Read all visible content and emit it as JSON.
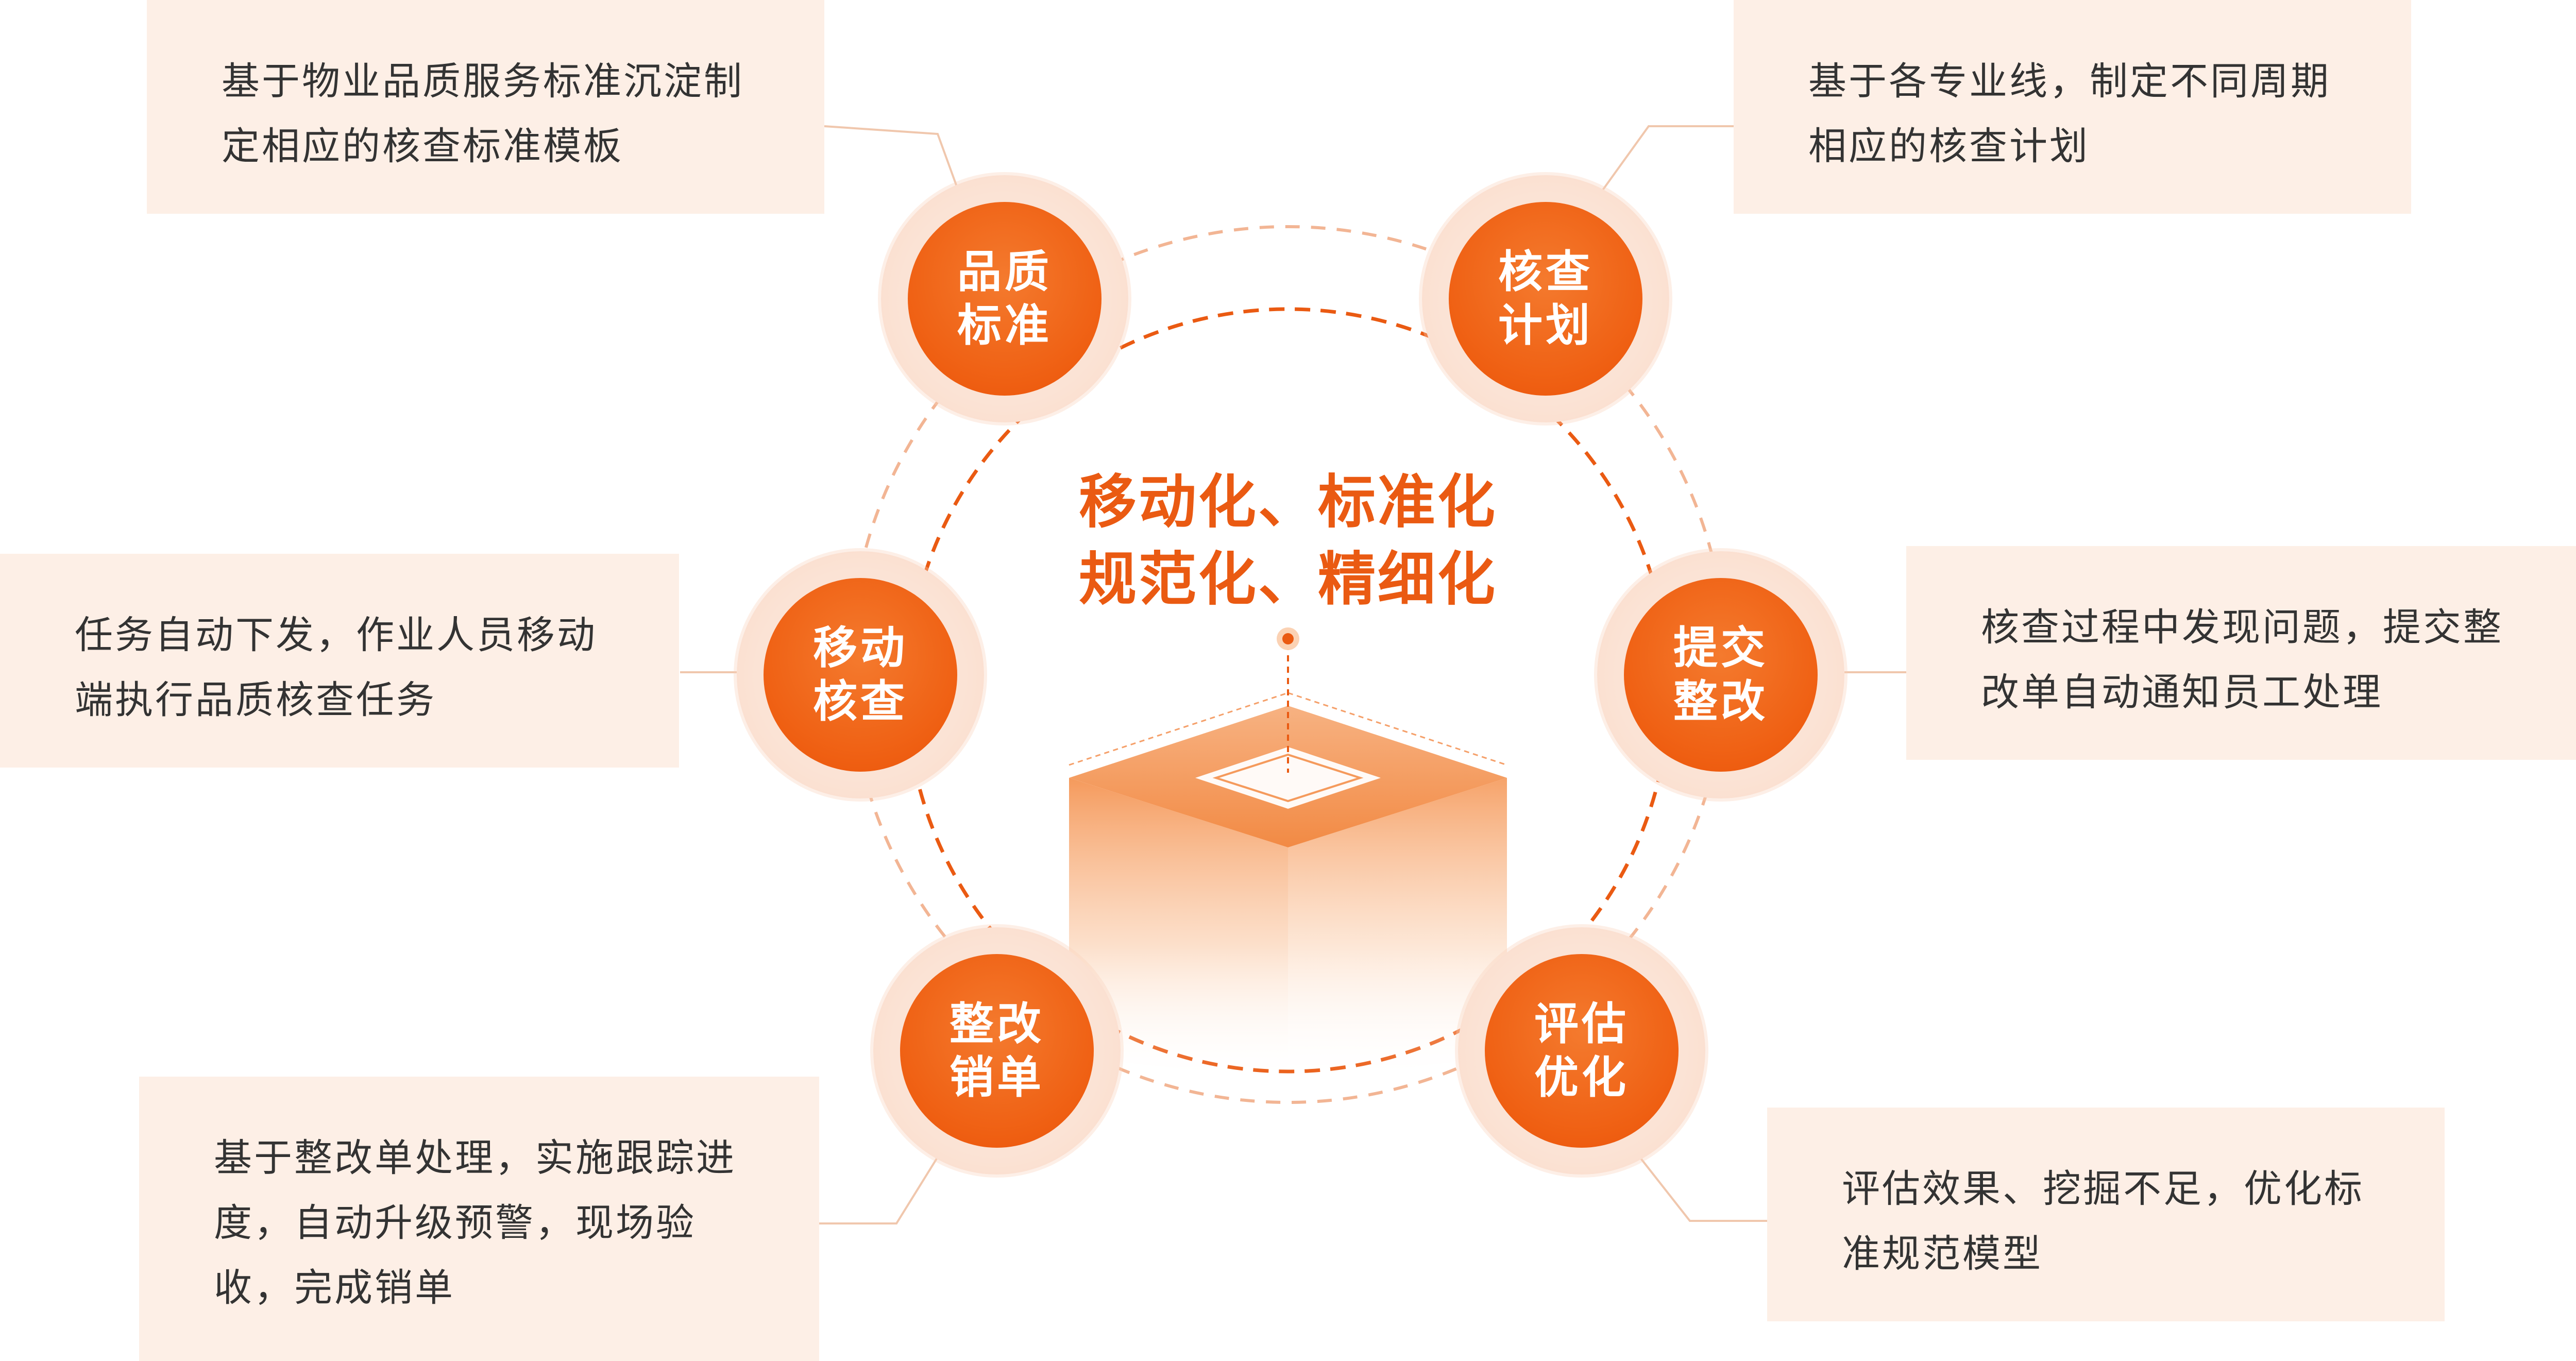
{
  "center": {
    "line1": "移动化、标准化",
    "line2": "规范化、精细化"
  },
  "nodes": [
    {
      "id": "quality-standard",
      "line1": "品质",
      "line2": "标准",
      "desc": [
        "基于物业品质服务标准沉淀制",
        "定相应的核查标准模板"
      ]
    },
    {
      "id": "check-plan",
      "line1": "核查",
      "line2": "计划",
      "desc": [
        "基于各专业线，制定不同周期",
        "相应的核查计划"
      ]
    },
    {
      "id": "submit-rectify",
      "line1": "提交",
      "line2": "整改",
      "desc": [
        "核查过程中发现问题，提交整",
        "改单自动通知员工处理"
      ]
    },
    {
      "id": "evaluate-optimize",
      "line1": "评估",
      "line2": "优化",
      "desc": [
        "评估效果、挖掘不足，优化标",
        "准规范模型"
      ]
    },
    {
      "id": "rectify-close",
      "line1": "整改",
      "line2": "销单",
      "desc": [
        "基于整改单处理，实施跟踪进",
        "度，自动升级预警，现场验",
        "收，完成销单"
      ]
    },
    {
      "id": "mobile-check",
      "line1": "移动",
      "line2": "核查",
      "desc": [
        "任务自动下发，作业人员移动",
        "端执行品质核查任务"
      ]
    }
  ],
  "colors": {
    "accent": "#ef5f12",
    "accent_text": "#ea5a12",
    "box_bg": "#fdefe6",
    "ring_inner": "#ea5a12",
    "ring_outer": "#f2b594",
    "connector": "#f0c7ad"
  }
}
